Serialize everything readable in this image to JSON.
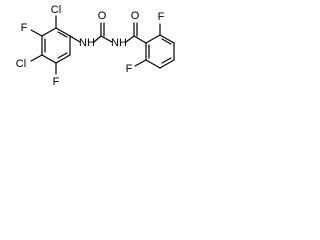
{
  "structure": {
    "atoms": {
      "cl_top": "Cl",
      "f_left": "F",
      "cl_bottom": "Cl",
      "f_bottom": "F",
      "nh_left": "NH",
      "o_top": "O",
      "nh_right": "NH",
      "o_right": "O",
      "f_right_top": "F",
      "f_right_bottom": "F"
    }
  }
}
